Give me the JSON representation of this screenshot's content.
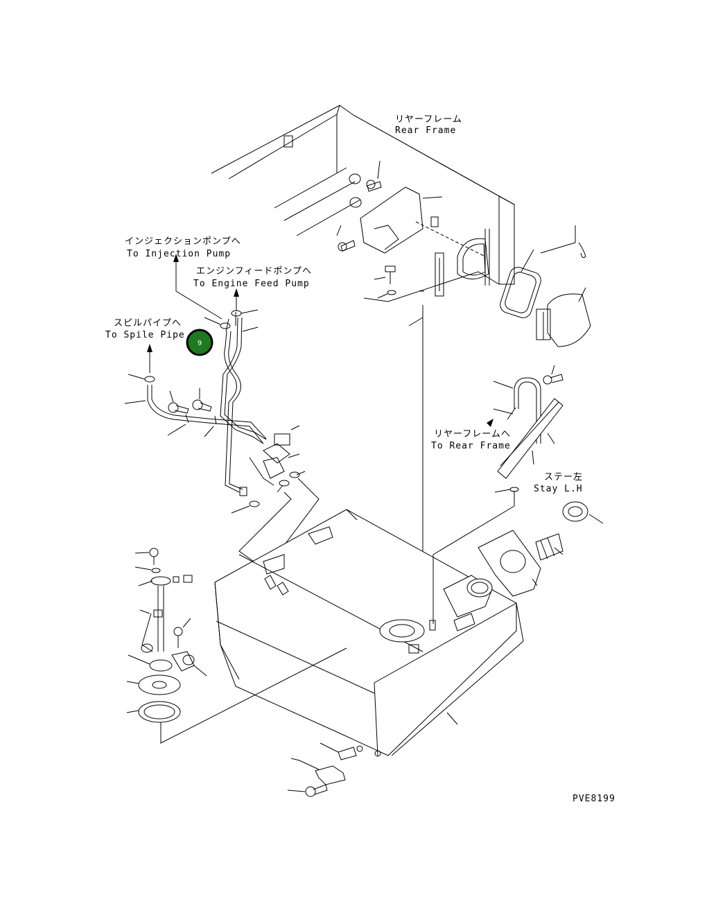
{
  "labels": {
    "rear_frame_jp": "リヤーフレーム",
    "rear_frame_en": "Rear Frame",
    "injection_pump_jp": "インジェクションポンプへ",
    "injection_pump_en": "To Injection Pump",
    "engine_feed_pump_jp": "エンジンフィードポンプへ",
    "engine_feed_pump_en": "To Engine Feed Pump",
    "spile_pipe_jp": "スピルパイプへ",
    "spile_pipe_en": "To Spile Pipe",
    "to_rear_frame_jp": "リヤーフレームへ",
    "to_rear_frame_en": "To Rear Frame",
    "stay_lh_jp": "ステー左",
    "stay_lh_en": "Stay L.H",
    "drawing_number": "PVE8199"
  },
  "callout": {
    "number": "9",
    "color": "#1e7a1e"
  }
}
